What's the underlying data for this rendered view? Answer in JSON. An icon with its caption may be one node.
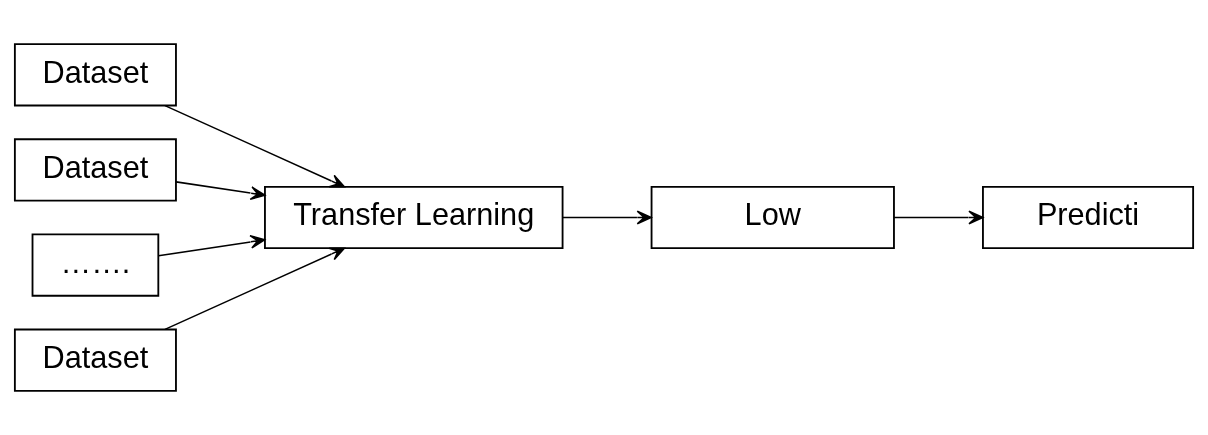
{
  "diagram": {
    "nodes": [
      {
        "text": [
          "Dataset"
        ]
      },
      {
        "text": [
          "Dataset"
        ]
      },
      {
        "text": [
          "……."
        ]
      },
      {
        "text": [
          "Dataset"
        ]
      },
      {
        "text": [
          "Transfer Learning"
        ]
      },
      {
        "text": [
          "Low"
        ]
      },
      {
        "text": [
          "Predicti"
        ]
      }
    ],
    "edges": [
      {
        "from": 0,
        "to": 4,
        "arrow": "to"
      },
      {
        "from": 1,
        "to": 4,
        "arrow": "to"
      },
      {
        "from": 2,
        "to": 4,
        "arrow": "to"
      },
      {
        "from": 3,
        "to": 4,
        "arrow": "to"
      },
      {
        "from": 4,
        "to": 5,
        "arrow": "to"
      },
      {
        "from": 5,
        "to": 6,
        "arrow": "to"
      }
    ]
  }
}
